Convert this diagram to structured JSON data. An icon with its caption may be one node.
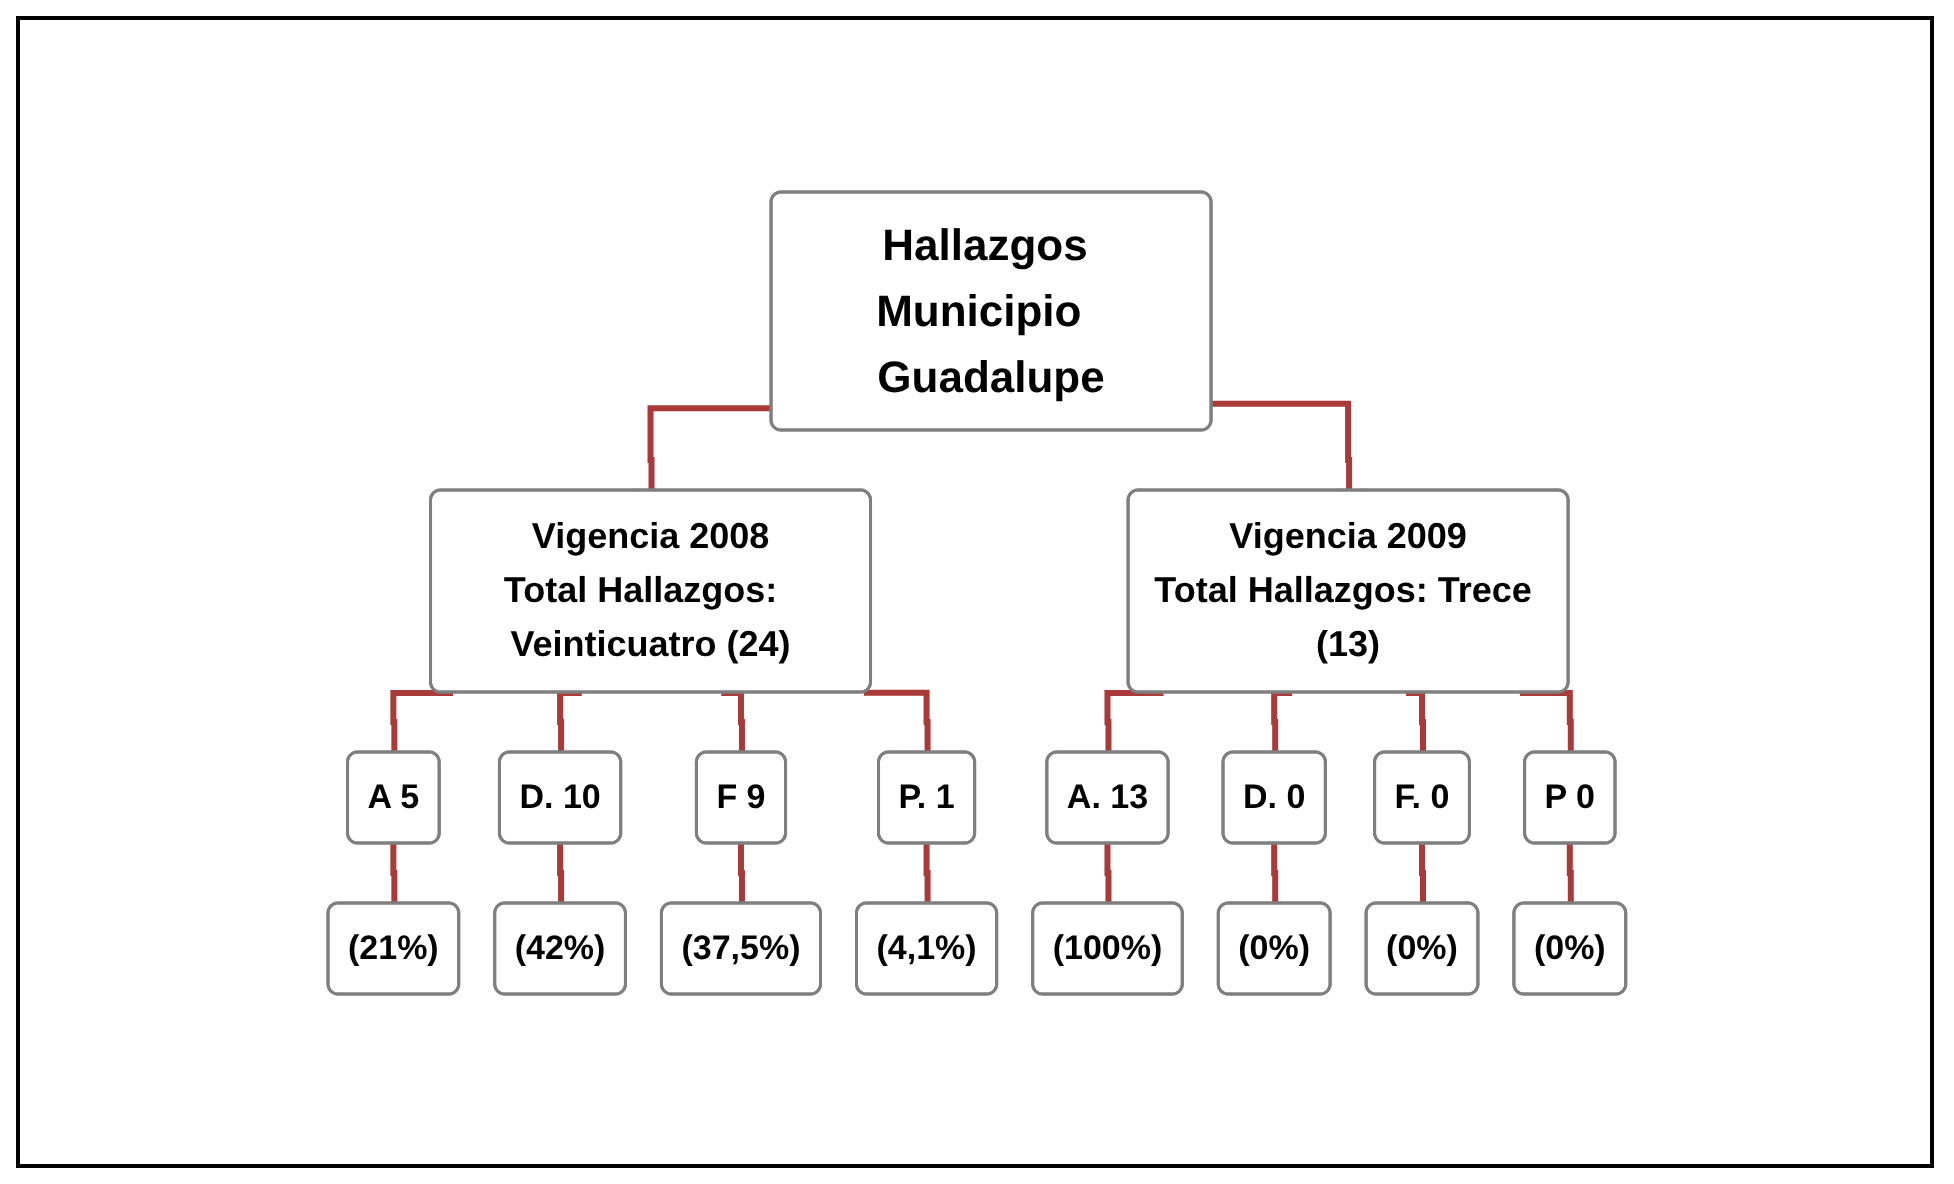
{
  "diagram": {
    "nodes": [
      {
        "text": [
          "Hallazgos Municipio  Guadalupe"
        ]
      },
      {
        "text": [
          "Vigencia 2008",
          "Total Hallazgos:  Veinticuatro (24)"
        ]
      },
      {
        "text": [
          "Vigencia 2009",
          "Total Hallazgos: Trece (13)"
        ]
      },
      {
        "text": [
          "A 5"
        ]
      },
      {
        "text": [
          "D. 10"
        ]
      },
      {
        "text": [
          "F 9"
        ]
      },
      {
        "text": [
          "P. 1"
        ]
      },
      {
        "text": [
          "A. 13"
        ]
      },
      {
        "text": [
          "D. 0"
        ]
      },
      {
        "text": [
          "F. 0"
        ]
      },
      {
        "text": [
          "P 0"
        ]
      },
      {
        "text": [
          "(21%)"
        ]
      },
      {
        "text": [
          "(42%)"
        ]
      },
      {
        "text": [
          "(37,5%)"
        ]
      },
      {
        "text": [
          "(4,1%)"
        ]
      },
      {
        "text": [
          "(100%)"
        ]
      },
      {
        "text": [
          "(0%)"
        ]
      },
      {
        "text": [
          "(0%)"
        ]
      },
      {
        "text": [
          "(0%)"
        ]
      }
    ],
    "edges": [
      {
        "from": 0,
        "to": 1,
        "arrow": "none"
      },
      {
        "from": 0,
        "to": 2,
        "arrow": "none"
      },
      {
        "from": 1,
        "to": 3,
        "arrow": "none"
      },
      {
        "from": 1,
        "to": 4,
        "arrow": "none"
      },
      {
        "from": 1,
        "to": 5,
        "arrow": "none"
      },
      {
        "from": 1,
        "to": 6,
        "arrow": "none"
      },
      {
        "from": 2,
        "to": 7,
        "arrow": "none"
      },
      {
        "from": 2,
        "to": 8,
        "arrow": "none"
      },
      {
        "from": 2,
        "to": 9,
        "arrow": "none"
      },
      {
        "from": 2,
        "to": 10,
        "arrow": "none"
      },
      {
        "from": 3,
        "to": 11,
        "arrow": "none"
      },
      {
        "from": 4,
        "to": 12,
        "arrow": "none"
      },
      {
        "from": 5,
        "to": 13,
        "arrow": "none"
      },
      {
        "from": 6,
        "to": 14,
        "arrow": "none"
      },
      {
        "from": 7,
        "to": 15,
        "arrow": "none"
      },
      {
        "from": 8,
        "to": 16,
        "arrow": "none"
      },
      {
        "from": 9,
        "to": 17,
        "arrow": "none"
      },
      {
        "from": 10,
        "to": 18,
        "arrow": "none"
      }
    ]
  }
}
